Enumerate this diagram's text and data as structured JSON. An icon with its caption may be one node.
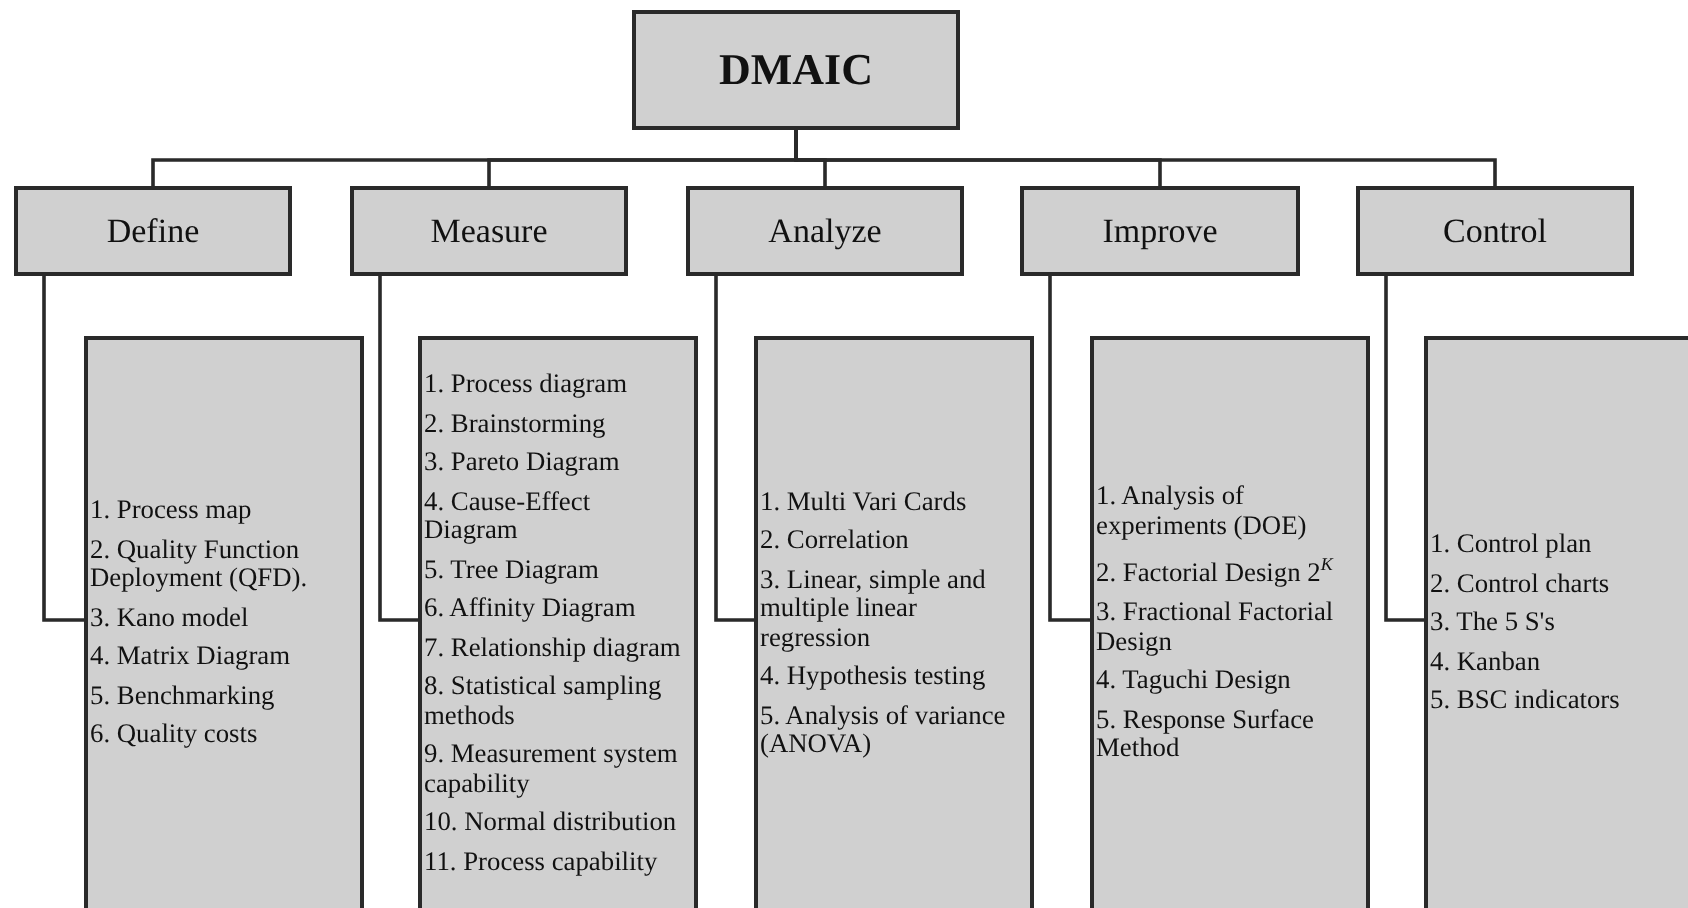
{
  "diagram": {
    "nodes": [
      {
        "text": [
          "DMAIC"
        ]
      },
      {
        "text": [
          "Define"
        ]
      },
      {
        "text": [
          "Measure"
        ]
      },
      {
        "text": [
          "Analyze"
        ]
      },
      {
        "text": [
          "Improve"
        ]
      },
      {
        "text": [
          "Control"
        ]
      },
      {
        "text": [
          "1. Process map",
          "2. Quality Function Deployment (QFD).",
          "3. Kano model",
          "4. Matrix Diagram",
          "5. Benchmarking",
          "6. Quality costs"
        ]
      },
      {
        "text": [
          "1. Process diagram",
          "2. Brainstorming",
          "3. Pareto Diagram",
          "4. Cause-Effect Diagram",
          "5. Tree Diagram",
          "6. Affinity Diagram",
          "7. Relationship diagram",
          "8. Statistical sampling methods",
          "9. Measurement system capability",
          "10. Normal distribution",
          "11. Process capability"
        ]
      },
      {
        "text": [
          "1. Multi Vari Cards",
          "2. Correlation",
          "3. Linear, simple and multiple linear regression",
          "4. Hypothesis testing",
          "5. Analysis of variance (ANOVA)"
        ]
      },
      {
        "text": [
          "1. Analysis of experiments (DOE)",
          "2. Factorial Design 2$^{K}$",
          "3. Fractional Factorial Design",
          "4. Taguchi Design",
          "5. Response Surface Method"
        ]
      },
      {
        "text": [
          "1. Control plan",
          "2. Control charts",
          "3. The 5 S's",
          "4. Kanban",
          "5. BSC indicators"
        ]
      }
    ],
    "edges": [
      {
        "from": 0,
        "to": 1,
        "arrow": "none"
      },
      {
        "from": 0,
        "to": 2,
        "arrow": "none"
      },
      {
        "from": 0,
        "to": 3,
        "arrow": "none"
      },
      {
        "from": 0,
        "to": 4,
        "arrow": "none"
      },
      {
        "from": 0,
        "to": 5,
        "arrow": "none"
      },
      {
        "from": 1,
        "to": 6,
        "arrow": "none"
      },
      {
        "from": 2,
        "to": 7,
        "arrow": "none"
      },
      {
        "from": 3,
        "to": 8,
        "arrow": "none"
      },
      {
        "from": 4,
        "to": 9,
        "arrow": "none"
      },
      {
        "from": 5,
        "to": 10,
        "arrow": "none"
      }
    ]
  }
}
